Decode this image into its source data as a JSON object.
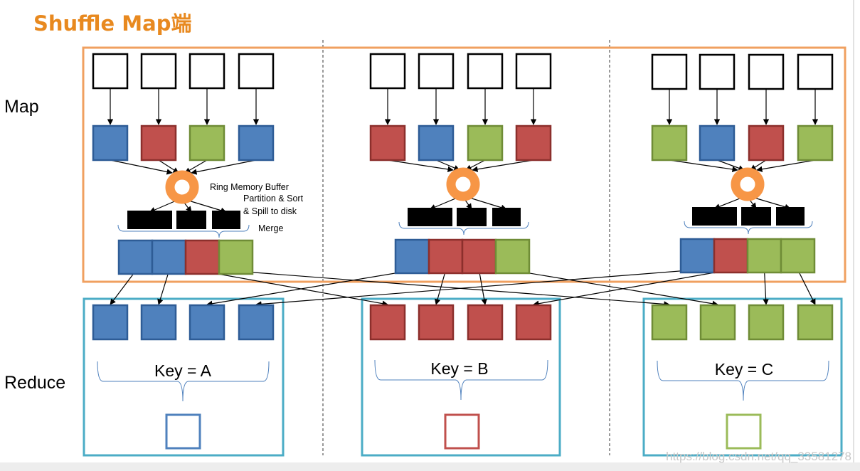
{
  "title": "Shuffle Map端",
  "labels": {
    "map": "Map",
    "reduce": "Reduce",
    "ring_memory_buffer": "Ring Memory Buffer",
    "partition_sort": "Partition & Sort",
    "spill_to_disk": "& Spill to disk",
    "merge": "Merge"
  },
  "reduce_keys": [
    "Key = A",
    "Key = B",
    "Key = C"
  ],
  "watermark": "https://blog.csdn.net/qq_33581278",
  "colors": {
    "title": "#e8891f",
    "map_border": "#f0a060",
    "reduce_border": "#4bacc6",
    "blue": "#4f81bd",
    "blue_edge": "#2e5c96",
    "red": "#c0504d",
    "red_edge": "#8c2f2c",
    "green": "#9bbb59",
    "green_edge": "#6f8c36",
    "ring": "#f79646",
    "spill": "#000000",
    "brace": "#4f81bd"
  },
  "mappers": [
    {
      "inputs": 4,
      "partitions": [
        "blue",
        "red",
        "green",
        "blue"
      ],
      "spills": 3,
      "merged": [
        "blue",
        "blue",
        "red",
        "green"
      ]
    },
    {
      "inputs": 4,
      "partitions": [
        "red",
        "blue",
        "green",
        "red"
      ],
      "spills": 3,
      "merged": [
        "blue",
        "red",
        "red",
        "green"
      ]
    },
    {
      "inputs": 4,
      "partitions": [
        "green",
        "blue",
        "red",
        "green"
      ],
      "spills": 3,
      "merged": [
        "blue",
        "red",
        "green",
        "green"
      ]
    }
  ],
  "reducers": [
    {
      "key": "A",
      "color": "blue",
      "inputs": 4
    },
    {
      "key": "B",
      "color": "red",
      "inputs": 4
    },
    {
      "key": "C",
      "color": "green",
      "inputs": 4
    }
  ]
}
